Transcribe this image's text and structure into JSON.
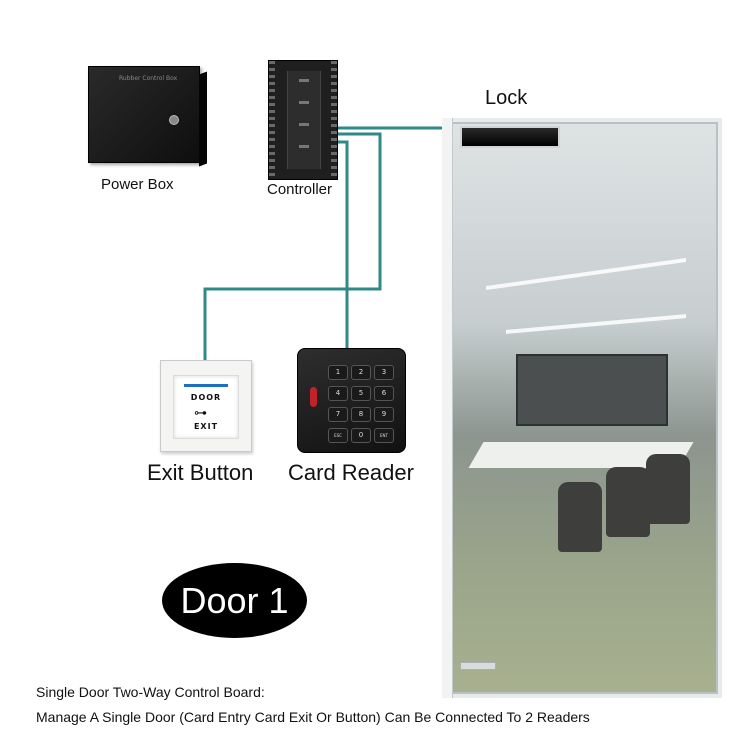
{
  "labels": {
    "lock": "Lock",
    "power_box": "Power Box",
    "controller": "Controller",
    "exit_button": "Exit Button",
    "card_reader": "Card Reader",
    "door_badge": "Door 1"
  },
  "exit_button_face": {
    "top": "DOOR",
    "bottom": "EXIT"
  },
  "power_box_plate": "Rubber Control Box",
  "keypad": [
    "1",
    "2",
    "3",
    "4",
    "5",
    "6",
    "7",
    "8",
    "9",
    "ESC",
    "0",
    "ENT"
  ],
  "caption": {
    "line1": "Single Door Two-Way Control Board:",
    "line2": "Manage A Single Door (Card Entry Card Exit Or Button) Can Be Connected To 2 Readers"
  },
  "colors": {
    "wire": "#2f8a86",
    "exit_bar": "#1c6fc1",
    "reader_led": "#c4222a"
  }
}
